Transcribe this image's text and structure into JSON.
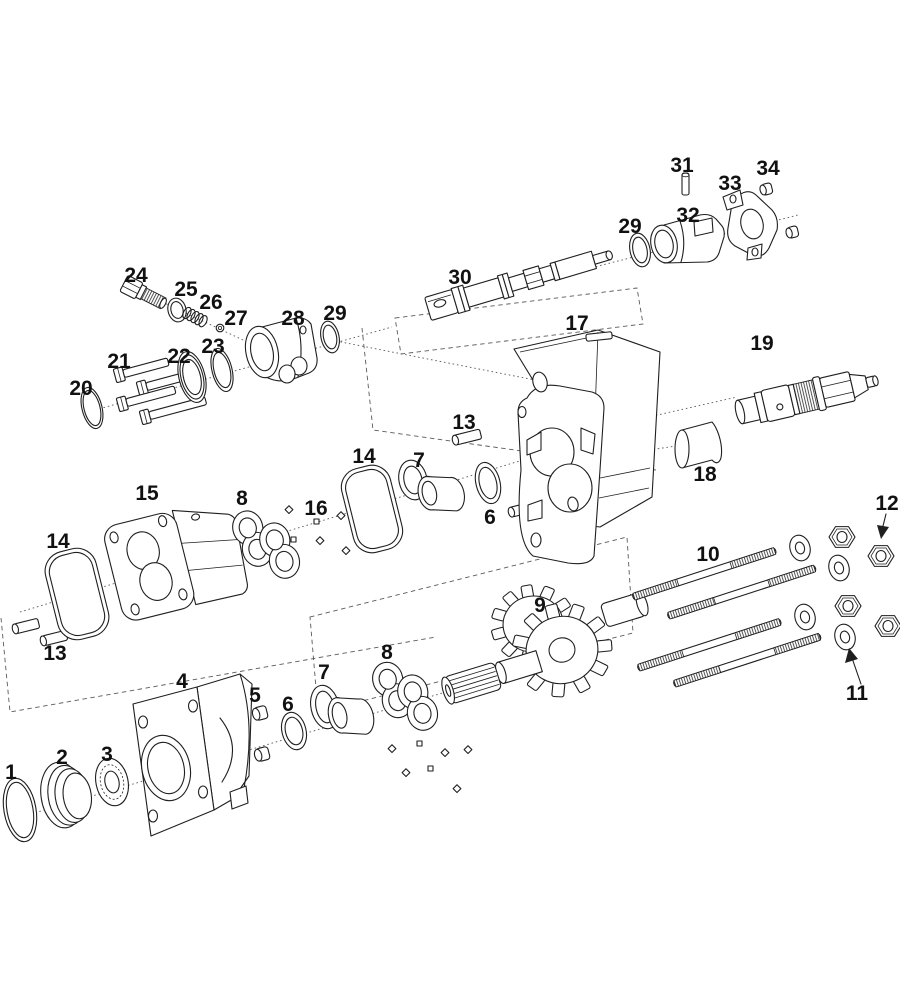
{
  "diagram": {
    "type": "exploded-parts-diagram",
    "subject": "hydraulic-gear-pump-assembly",
    "background_color": "#ffffff",
    "line_color": "#1f1f1f",
    "label_color": "#111111"
  },
  "labels": {
    "1": "1",
    "2": "2",
    "3": "3",
    "4": "4",
    "5": "5",
    "6_low": "6",
    "6_mid": "6",
    "7_low": "7",
    "7_mid": "7",
    "8_low": "8",
    "8_mid": "8",
    "9": "9",
    "10": "10",
    "11": "11",
    "12": "12",
    "13_left": "13",
    "13_mid": "13",
    "14_left": "14",
    "14_mid": "14",
    "15": "15",
    "16": "16",
    "17": "17",
    "18": "18",
    "19": "19",
    "20": "20",
    "21": "21",
    "22": "22",
    "23": "23",
    "24": "24",
    "25": "25",
    "26": "26",
    "27": "27",
    "28": "28",
    "29_left": "29",
    "29_top": "29",
    "30": "30",
    "31": "31",
    "32": "32",
    "33": "33",
    "34": "34"
  },
  "parts": {
    "1": "retaining-ring",
    "2": "end-cap",
    "3": "shaft-seal",
    "4": "mounting-flange",
    "5": "plug-pair",
    "6": "seal-ring",
    "7": "needle-bearing-set",
    "8": "wear-plate-pair",
    "9": "gear-shaft-assembly",
    "10": "stud-set",
    "11": "washer-set",
    "12": "nut-set",
    "13": "dowel-pin-pair",
    "14": "body-gasket",
    "15": "gear-housing",
    "16": "seal-kit",
    "17": "pump-body",
    "18": "piston-plug",
    "19": "relief-valve",
    "20": "o-ring",
    "21": "bolt-set",
    "22": "seal-ring",
    "23": "seal-ring",
    "24": "valve-plug-fitting",
    "25": "sealing-washer",
    "26": "spring",
    "27": "check-ball",
    "28": "end-cover",
    "29": "o-ring",
    "30": "input-shaft",
    "31": "roll-pin",
    "32": "shaft-coupler",
    "33": "mounting-bracket",
    "34": "screw-plug-pair"
  }
}
